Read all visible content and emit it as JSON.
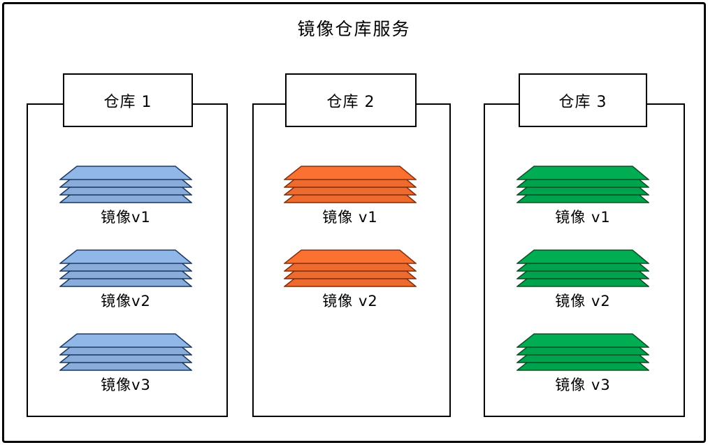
{
  "title": "镜像仓库服务",
  "repos": [
    {
      "name": "仓库 1",
      "layer_fill": "#89ACDB",
      "layer_stroke": "#17365D",
      "images": [
        {
          "label": "镜像v1"
        },
        {
          "label": "镜像v2"
        },
        {
          "label": "镜像v3"
        }
      ]
    },
    {
      "name": "仓库 2",
      "layer_fill": "#ED6B2F",
      "layer_stroke": "#7F2B0A",
      "images": [
        {
          "label": "镜像 v1"
        },
        {
          "label": "镜像 v2"
        }
      ]
    },
    {
      "name": "仓库 3",
      "layer_fill": "#00A34D",
      "layer_stroke": "#0B4A22",
      "images": [
        {
          "label": "镜像 v1"
        },
        {
          "label": "镜像 v2"
        },
        {
          "label": "镜像 v3"
        }
      ]
    }
  ]
}
